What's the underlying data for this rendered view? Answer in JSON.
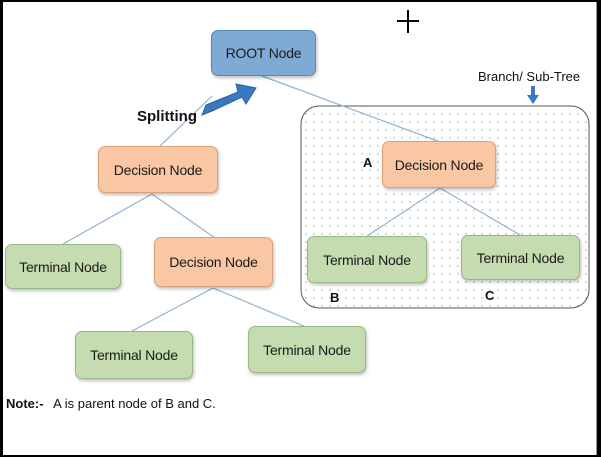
{
  "diagram": {
    "root": "ROOT Node",
    "splitting": "Splitting",
    "branch_label": "Branch/ Sub-Tree",
    "decision_left": "Decision Node",
    "decision_right": "Decision Node",
    "decision_mid": "Decision Node",
    "terminal_1": "Terminal Node",
    "terminal_2": "Terminal Node",
    "terminal_3": "Terminal Node",
    "terminal_b": "Terminal Node",
    "terminal_c": "Terminal Node",
    "marker_a": "A",
    "marker_b": "B",
    "marker_c": "C",
    "note_label": "Note:-",
    "note_text": "A is parent node of B and C."
  },
  "colors": {
    "root_fill": "#7faad6",
    "decision_fill": "#f9c7a3",
    "terminal_fill": "#c5dcb0",
    "connector": "#8fb3d3",
    "arrow": "#3b78c2"
  },
  "icons": {
    "cursor": "crosshair-cursor-icon"
  }
}
